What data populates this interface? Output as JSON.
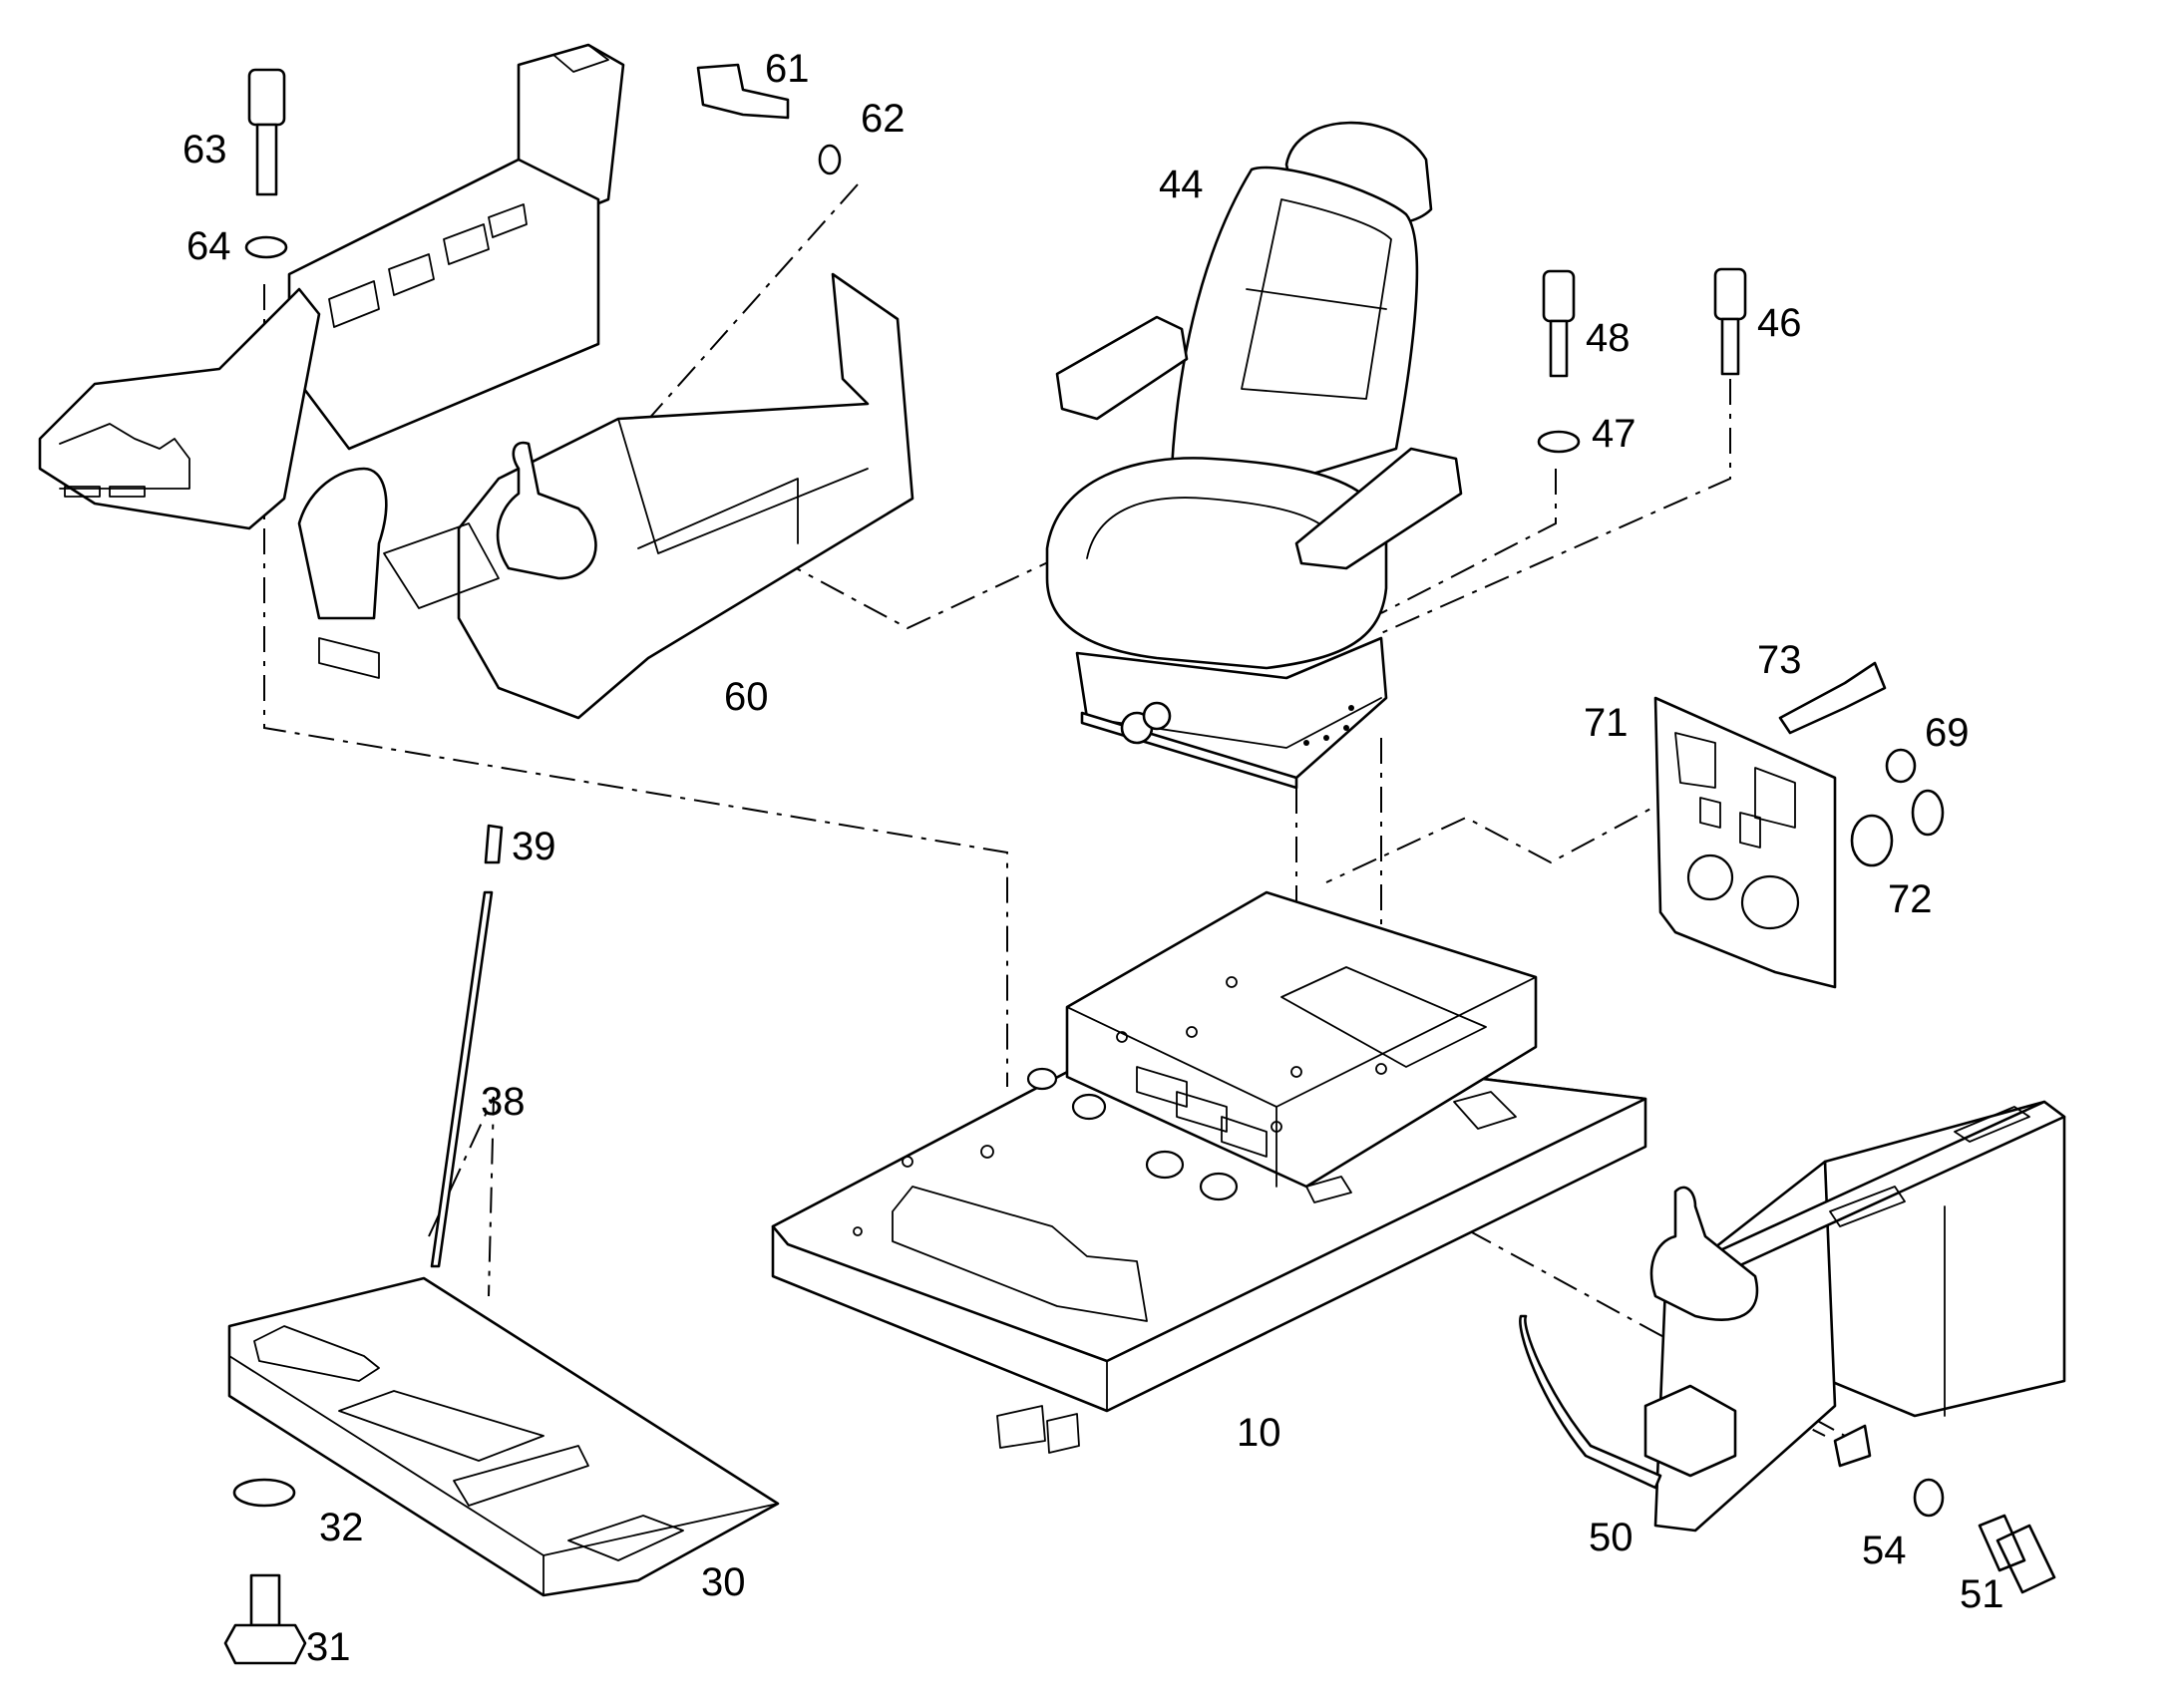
{
  "diagram": {
    "callouts": [
      "10",
      "30",
      "31",
      "32",
      "38",
      "39",
      "44",
      "46",
      "47",
      "48",
      "50",
      "51",
      "54",
      "60",
      "61",
      "62",
      "63",
      "64",
      "69",
      "71",
      "72",
      "73"
    ]
  }
}
